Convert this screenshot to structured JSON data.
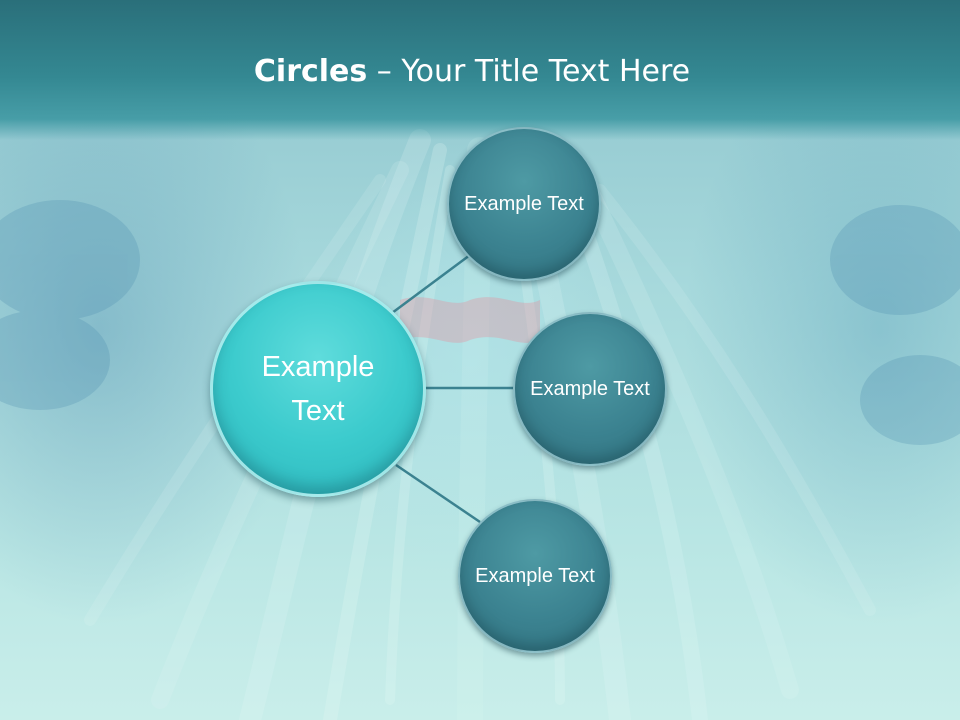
{
  "slide": {
    "title_bold": "Circles",
    "title_rest": " – Your Title Text Here"
  },
  "diagram": {
    "center": {
      "label": "Example Text"
    },
    "nodes": [
      {
        "label": "Example Text"
      },
      {
        "label": "Example Text"
      },
      {
        "label": "Example Text"
      }
    ]
  },
  "colors": {
    "header": "#2f7f88",
    "center_circle": "#3ccbcd",
    "node_circle": "#3b8290",
    "connector": "#3b8290",
    "text": "#ffffff"
  }
}
